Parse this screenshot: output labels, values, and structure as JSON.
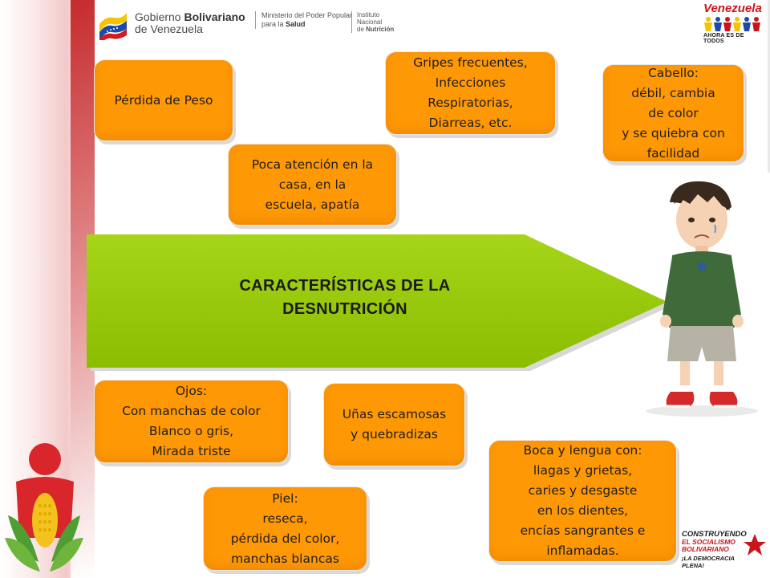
{
  "header": {
    "gov_line1_a": "Gobierno ",
    "gov_line1_b": "Bolivariano",
    "gov_line2": "de Venezuela",
    "ministry_line1": "Ministerio del Poder Popular",
    "ministry_line2_a": "para la ",
    "ministry_line2_b": "Salud",
    "institute_line1": "Instituto",
    "institute_line2": "Nacional",
    "institute_line3_a": "de ",
    "institute_line3_b": "Nutrición",
    "right_logo_title": "Venezuela",
    "right_logo_tag": "AHORA ES DE TODOS"
  },
  "central_title": "CARACTERÍSTICAS DE LA\nDESNUTRICIÓN",
  "boxes": {
    "weight_loss": "Pérdida de Peso",
    "infections": "Gripes frecuentes,\nInfecciones\nRespiratorias,\nDiarreas, etc.",
    "hair": "Cabello:\n débil, cambia\nde color\ny se quiebra con\nfacilidad",
    "attention": "Poca atención en la\ncasa, en la\n escuela, apatía",
    "eyes": "Ojos:\nCon manchas de color\nBlanco o gris,\nMirada triste",
    "nails": "Uñas escamosas\ny quebradizas",
    "skin": "Piel:\nreseca,\npérdida del color,\n manchas blancas",
    "mouth": "Boca y lengua con:\nllagas y grietas,\ncaries y desgaste\nen los dientes,\nencías sangrantes e\ninflamadas."
  },
  "footer_logo": {
    "line1": "CONSTRUYENDO",
    "line2a": "EL SOCIALISMO",
    "line2b": "BOLIVARIANO",
    "line3a": "¡LA DEMOCRACIA",
    "line3b": "PLENA!"
  },
  "colors": {
    "box_orange": "#ff9805",
    "arrow_green": "#99cc00",
    "brand_red": "#c8161d"
  }
}
